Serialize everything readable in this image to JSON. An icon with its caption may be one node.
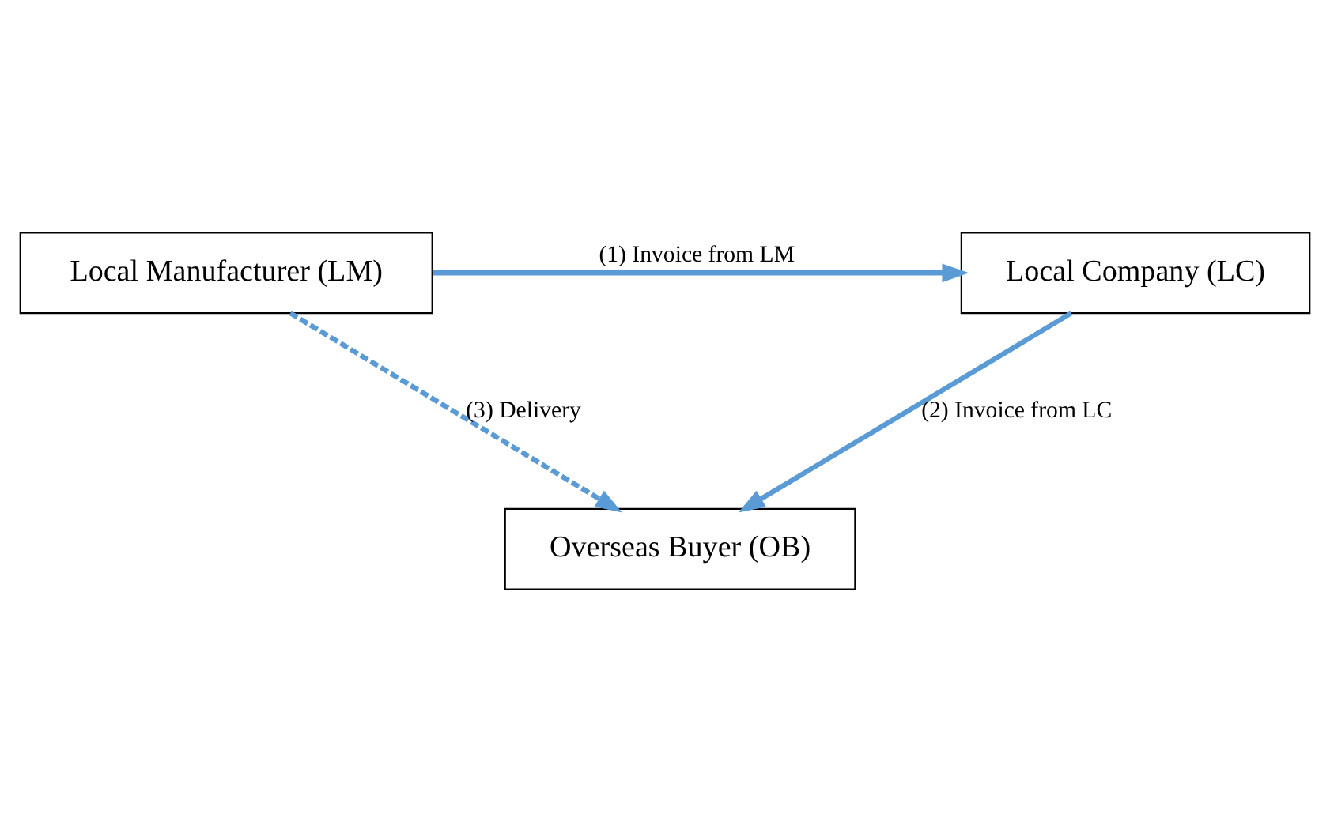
{
  "diagram": {
    "nodes": [
      {
        "text": [
          "Overseas Buyer (OB)"
        ]
      },
      {
        "text": [
          "Local Manufacturer (LM)"
        ]
      },
      {
        "text": [
          "Local Company (LC)"
        ]
      }
    ],
    "edges": [
      {
        "from": 1,
        "to": 2,
        "arrow": "to",
        "label": "(1) Invoice from LM"
      },
      {
        "from": 2,
        "to": 0,
        "arrow": "to",
        "label": "(2) Invoice from LC"
      },
      {
        "from": 1,
        "to": 0,
        "arrow": "to",
        "label": "(3) Delivery",
        "style": "dashed"
      }
    ]
  }
}
